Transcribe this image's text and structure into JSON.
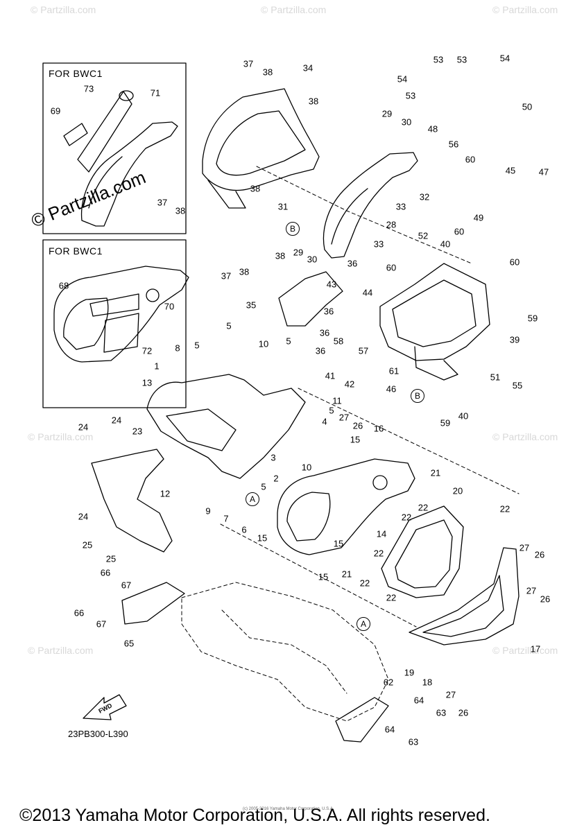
{
  "watermark": "© Partzilla.com",
  "inset_top": {
    "label": "FOR BWC1",
    "callouts": [
      "73",
      "71",
      "69"
    ]
  },
  "inset_bottom": {
    "label": "FOR BWC1",
    "callouts": [
      "68",
      "70",
      "72"
    ]
  },
  "callouts": [
    "1",
    "2",
    "3",
    "4",
    "5",
    "6",
    "7",
    "8",
    "9",
    "10",
    "11",
    "12",
    "13",
    "14",
    "15",
    "16",
    "17",
    "18",
    "19",
    "20",
    "21",
    "22",
    "23",
    "24",
    "25",
    "26",
    "27",
    "28",
    "29",
    "30",
    "31",
    "32",
    "33",
    "34",
    "35",
    "36",
    "37",
    "38",
    "39",
    "40",
    "41",
    "42",
    "43",
    "44",
    "45",
    "46",
    "47",
    "48",
    "49",
    "50",
    "51",
    "52",
    "53",
    "54",
    "55",
    "56",
    "57",
    "58",
    "59",
    "60",
    "61",
    "62",
    "63",
    "64",
    "65",
    "66",
    "67"
  ],
  "reference_marks": {
    "a": "A",
    "b": "B"
  },
  "fwd_label": "FWD",
  "drawing_number": "23PB300-L390",
  "fine_print": "(c) 2005-2016 Yamaha Motor Corporation, U.S.A.",
  "copyright": "©2013 Yamaha Motor Corporation, U.S.A. All rights reserved."
}
